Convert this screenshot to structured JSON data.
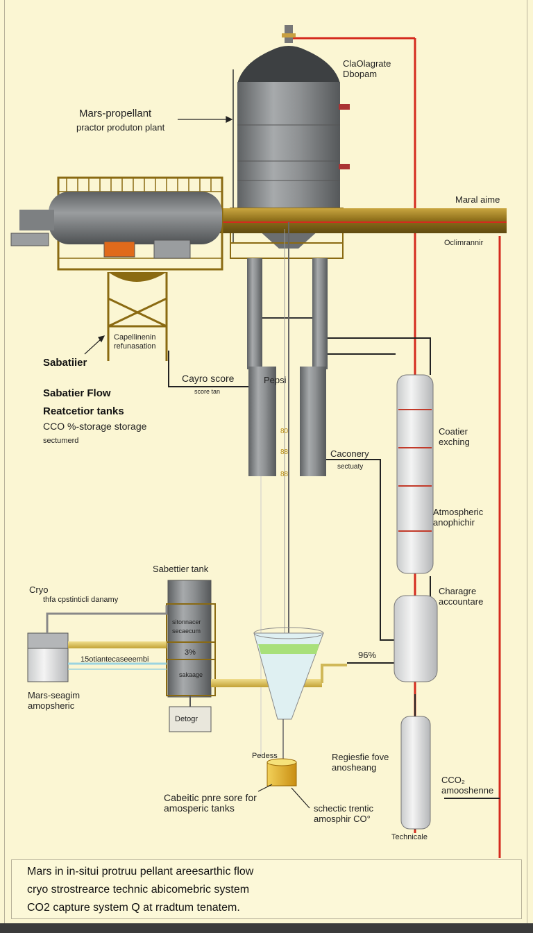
{
  "labels": {
    "top_right": "ClaOlagrate\nDbopam",
    "plant_title": "Mars-propellant",
    "plant_subtitle": "practor produton plant",
    "maral_aime": "Maral aime",
    "oclimrannir": "Oclimrannir",
    "capellinenin": "Capellinenin\nrefunasation",
    "sabatiier": "Sabatiier",
    "sabatier_flow": "Sabatier Flow",
    "reatcetior_tanks": "Reatcetior tanks",
    "storage": "CCO %-storage storage",
    "sectumerd": "sectumerd",
    "cayro_score": "Cayro score",
    "score_tan": "score tan",
    "pepsi": "Pepsi",
    "caconery": "Caconery",
    "sectuaty": "sectuaty",
    "coatier": "Coatier\nexching",
    "atmospheric": "Atmospheric\nanophichir",
    "sabettier_tank": "Sabettier tank",
    "cryo": "Cryo",
    "cryo_sub": "thfa cpstinticli danamy",
    "tank_top": "sitonnacer\nsecaecum",
    "tank_pct": "3%",
    "tank_mid": "sakaage",
    "tank_bottom": "Detogr",
    "flow_label": "15otiantecaseeembi",
    "mars_seagim": "Mars-seagim\namopsheric",
    "pct96": "96%",
    "charagre": "Charagre\naccountare",
    "pedess": "Pedess",
    "regiesfie": "Regiesfie fove\nanosheang",
    "co2_amos": "CCO₂\namooshenne",
    "cabeitic": "Cabeitic pnre sore for\namosperic tanks",
    "schectic": "schectic trentic\namosphir CO°",
    "technicale": "Technicale",
    "nums": [
      "80",
      "88",
      "88"
    ]
  },
  "caption": {
    "line1": "Mars in in-situi protruu pellant    areesarthic flow",
    "line2": "cryo strostrearce technic abicomebric  system",
    "line3": "CO2  capture system Q  at rradtum tenatem."
  },
  "colors": {
    "background": "#fbf6d3",
    "pipe_red": "#d42a1e",
    "steel": "#8a8d8f",
    "frame_gold": "#8a6a12"
  }
}
